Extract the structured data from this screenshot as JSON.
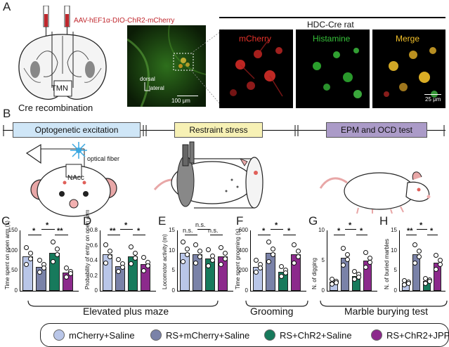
{
  "panels": {
    "a": "A",
    "b": "B",
    "c": "C",
    "d": "D",
    "e": "E",
    "f": "F",
    "g": "G",
    "h": "H"
  },
  "panel_a": {
    "virus": "AAV-hEF1α-DIO-ChR2-mCherry",
    "region": "TMN",
    "caption": "Cre recombination",
    "dorsal": "dorsal",
    "lateral": "lateral",
    "scale_left": "100 μm",
    "rat_line": "HDC-Cre rat",
    "ch1": "mCherry",
    "ch2": "Histamine",
    "ch3": "Merge",
    "scale_right": "25 μm",
    "colors": {
      "mcherry": "#e8322a",
      "histamine": "#36c23a",
      "merge": "#f2c029",
      "virus_text": "#c0272d"
    }
  },
  "panel_b": {
    "step1": "Optogenetic excitation",
    "step2": "Restraint stress",
    "step3": "EPM and OCD test",
    "fiber": "optical fiber",
    "nacc": "NAcc",
    "colors": {
      "step1": "#cfe6f7",
      "step2": "#f7f1b5",
      "step3": "#ab9bc8"
    }
  },
  "groups": {
    "g1": "Elevated plus maze",
    "g2": "Grooming",
    "g3": "Marble burying test"
  },
  "legend": [
    {
      "label": "mCherry+Saline",
      "color": "#b9c6e8"
    },
    {
      "label": "RS+mCherry+Saline",
      "color": "#7a82a8"
    },
    {
      "label": "RS+ChR2+Saline",
      "color": "#177a5c"
    },
    {
      "label": "RS+ChR2+JPP",
      "color": "#8c2a8c"
    }
  ],
  "chart_data": [
    {
      "type": "bar",
      "panel": "C",
      "ylabel": "Time spent on open arm (s)",
      "ticks": [
        "150",
        "100",
        "50",
        "0"
      ],
      "ylim": [
        0,
        150
      ],
      "values": [
        85,
        60,
        95,
        45
      ],
      "sig": [
        "*",
        "*",
        "**"
      ]
    },
    {
      "type": "bar",
      "panel": "D",
      "ylabel": "Probability of entry on open arm",
      "ticks": [
        "0.8",
        "0.6",
        "0.4",
        "0.2",
        "0"
      ],
      "ylim": [
        0,
        0.8
      ],
      "values": [
        0.48,
        0.33,
        0.46,
        0.35
      ],
      "sig": [
        "**",
        "*",
        "*"
      ]
    },
    {
      "type": "bar",
      "panel": "E",
      "ylabel": "Locomotor activity (m)",
      "ticks": [
        "15",
        "10",
        "5",
        "0"
      ],
      "ylim": [
        0,
        15
      ],
      "values": [
        9.5,
        9.0,
        8.0,
        8.5
      ],
      "sig": [
        "n.s.",
        "n.s.",
        "n.s."
      ]
    },
    {
      "type": "bar",
      "panel": "F",
      "ylabel": "Time spent grooming (s)",
      "ticks": [
        "600",
        "400",
        "200",
        "0"
      ],
      "ylim": [
        0,
        600
      ],
      "values": [
        240,
        380,
        190,
        360
      ],
      "sig": [
        "*",
        "*",
        "*"
      ]
    },
    {
      "type": "bar",
      "panel": "G",
      "ylabel": "N. of digging",
      "ticks": [
        "10",
        "5",
        "0"
      ],
      "ylim": [
        0,
        10
      ],
      "values": [
        1.5,
        5.5,
        2.5,
        5.0
      ],
      "sig": [
        "*",
        "*",
        "*"
      ]
    },
    {
      "type": "bar",
      "panel": "H",
      "ylabel": "N. of buried marbles",
      "ticks": [
        "15",
        "10",
        "5",
        "0"
      ],
      "ylim": [
        0,
        15
      ],
      "values": [
        2.0,
        9.0,
        2.5,
        7.0
      ],
      "sig": [
        "**",
        "*",
        "*"
      ]
    }
  ]
}
